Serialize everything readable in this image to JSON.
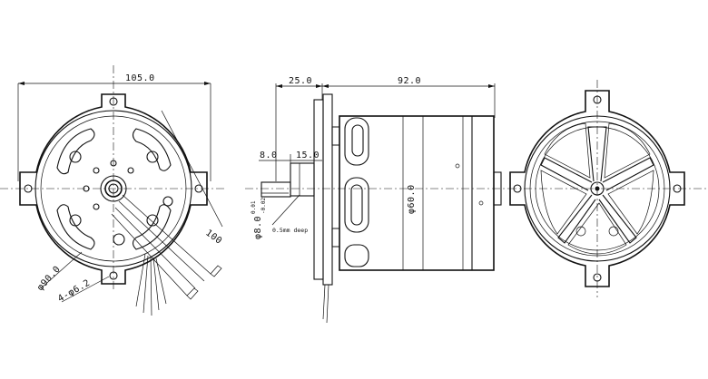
{
  "front_view": {
    "width_dim": "105.0",
    "diameter_dim": "φ90.0",
    "holes_dim": "4-φ6.2",
    "lead_length_dim": "100"
  },
  "side_view": {
    "flange_dim": "25.0",
    "body_length_dim": "92.0",
    "shaft_dim_left": "8.0",
    "shaft_dim_right": "15.0",
    "body_diameter_dim": "φ60.0",
    "shaft_diameter_dim": "φ8.0",
    "tolerance_upper": "0.01",
    "tolerance_lower": "-0.02",
    "flat_depth_note": "0.5mm deep"
  },
  "rear_view": {}
}
